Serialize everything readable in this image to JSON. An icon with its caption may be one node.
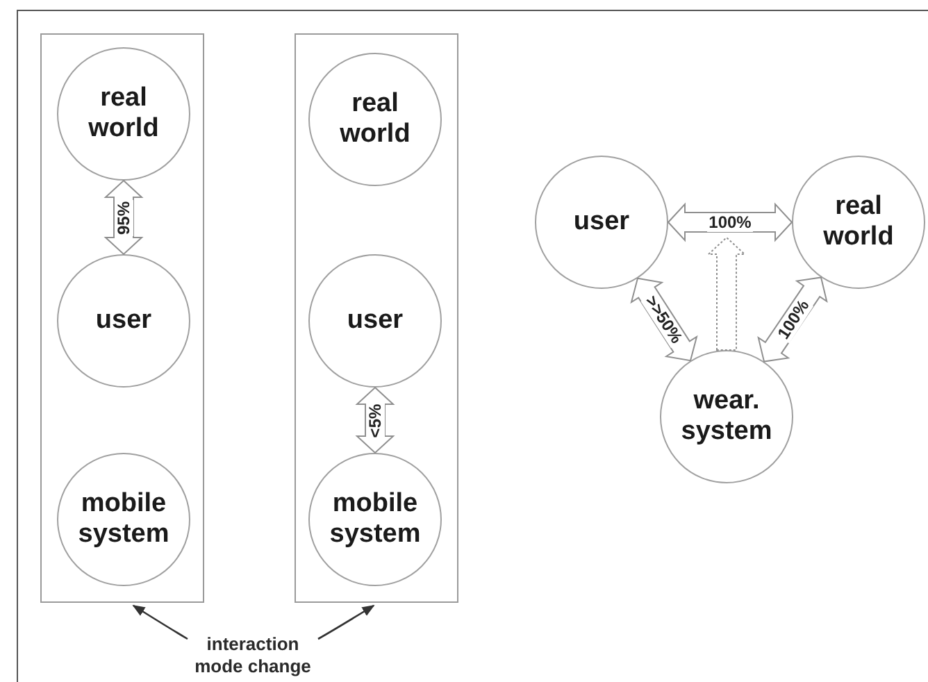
{
  "diagram": {
    "nodes": [
      {
        "text": [],
        "shape": "box"
      },
      {
        "text": [
          "real world"
        ],
        "in": 0
      },
      {
        "text": [
          "user"
        ],
        "in": 0
      },
      {
        "text": [
          "mobile system"
        ],
        "in": 0
      },
      {
        "text": [],
        "shape": "box"
      },
      {
        "text": [
          "real world"
        ],
        "in": 4
      },
      {
        "text": [
          "user"
        ],
        "in": 4
      },
      {
        "text": [
          "mobile system"
        ],
        "in": 4
      },
      {
        "text": [
          "interaction mode change"
        ]
      },
      {
        "text": [
          "user"
        ]
      },
      {
        "text": [
          "real world"
        ]
      },
      {
        "text": [
          "wear. system"
        ]
      }
    ],
    "edges": [
      {
        "from": 1,
        "to": 2,
        "arrow": "both",
        "label": "95%"
      },
      {
        "from": 6,
        "to": 7,
        "arrow": "both",
        "label": "<5%"
      },
      {
        "from": 8,
        "to": 0,
        "arrow": "to"
      },
      {
        "from": 8,
        "to": 4,
        "arrow": "to"
      },
      {
        "from": 9,
        "to": 10,
        "arrow": "both",
        "label": "100%"
      },
      {
        "from": 9,
        "to": 11,
        "arrow": "both",
        "label": ">>50%"
      },
      {
        "from": 11,
        "to": 10,
        "arrow": "both",
        "label": "100%"
      },
      {
        "from": 11,
        "to": null,
        "arrow": "to",
        "style": "dashed"
      }
    ]
  }
}
